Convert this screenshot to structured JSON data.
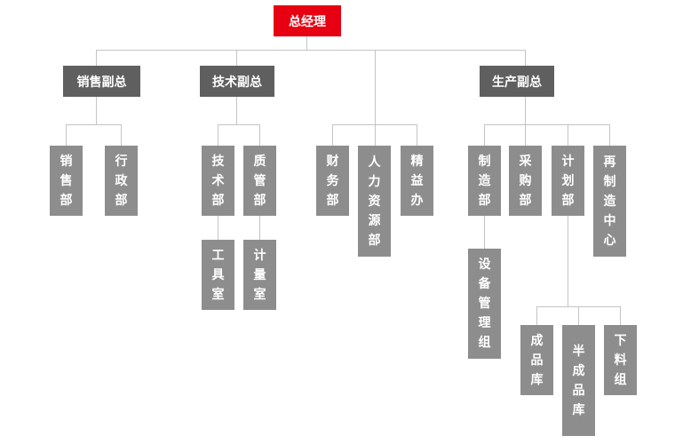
{
  "root": {
    "label": "总经理"
  },
  "vps": {
    "sales": "销售副总",
    "tech": "技术副总",
    "prod": "生产副总"
  },
  "depts": {
    "sales_dept": "销售部",
    "admin_dept": "行政部",
    "tech_dept": "技术部",
    "qc_dept": "质管部",
    "tool_room": "工具室",
    "metrology_room": "计量室",
    "finance_dept": "财务部",
    "hr_dept": "人力资源部",
    "lean_office": "精益办",
    "mfg_dept": "制造部",
    "purchase_dept": "采购部",
    "plan_dept": "计划部",
    "reman_center": "再制造中心",
    "equip_team": "设备管理组",
    "finished_store": "成品库",
    "semi_store": "半成品库",
    "cutting_team": "下料组"
  },
  "colors": {
    "root": "#e60012",
    "vp": "#5f5f5f",
    "dept": "#8d8d8d",
    "line": "#c4c4c4"
  }
}
